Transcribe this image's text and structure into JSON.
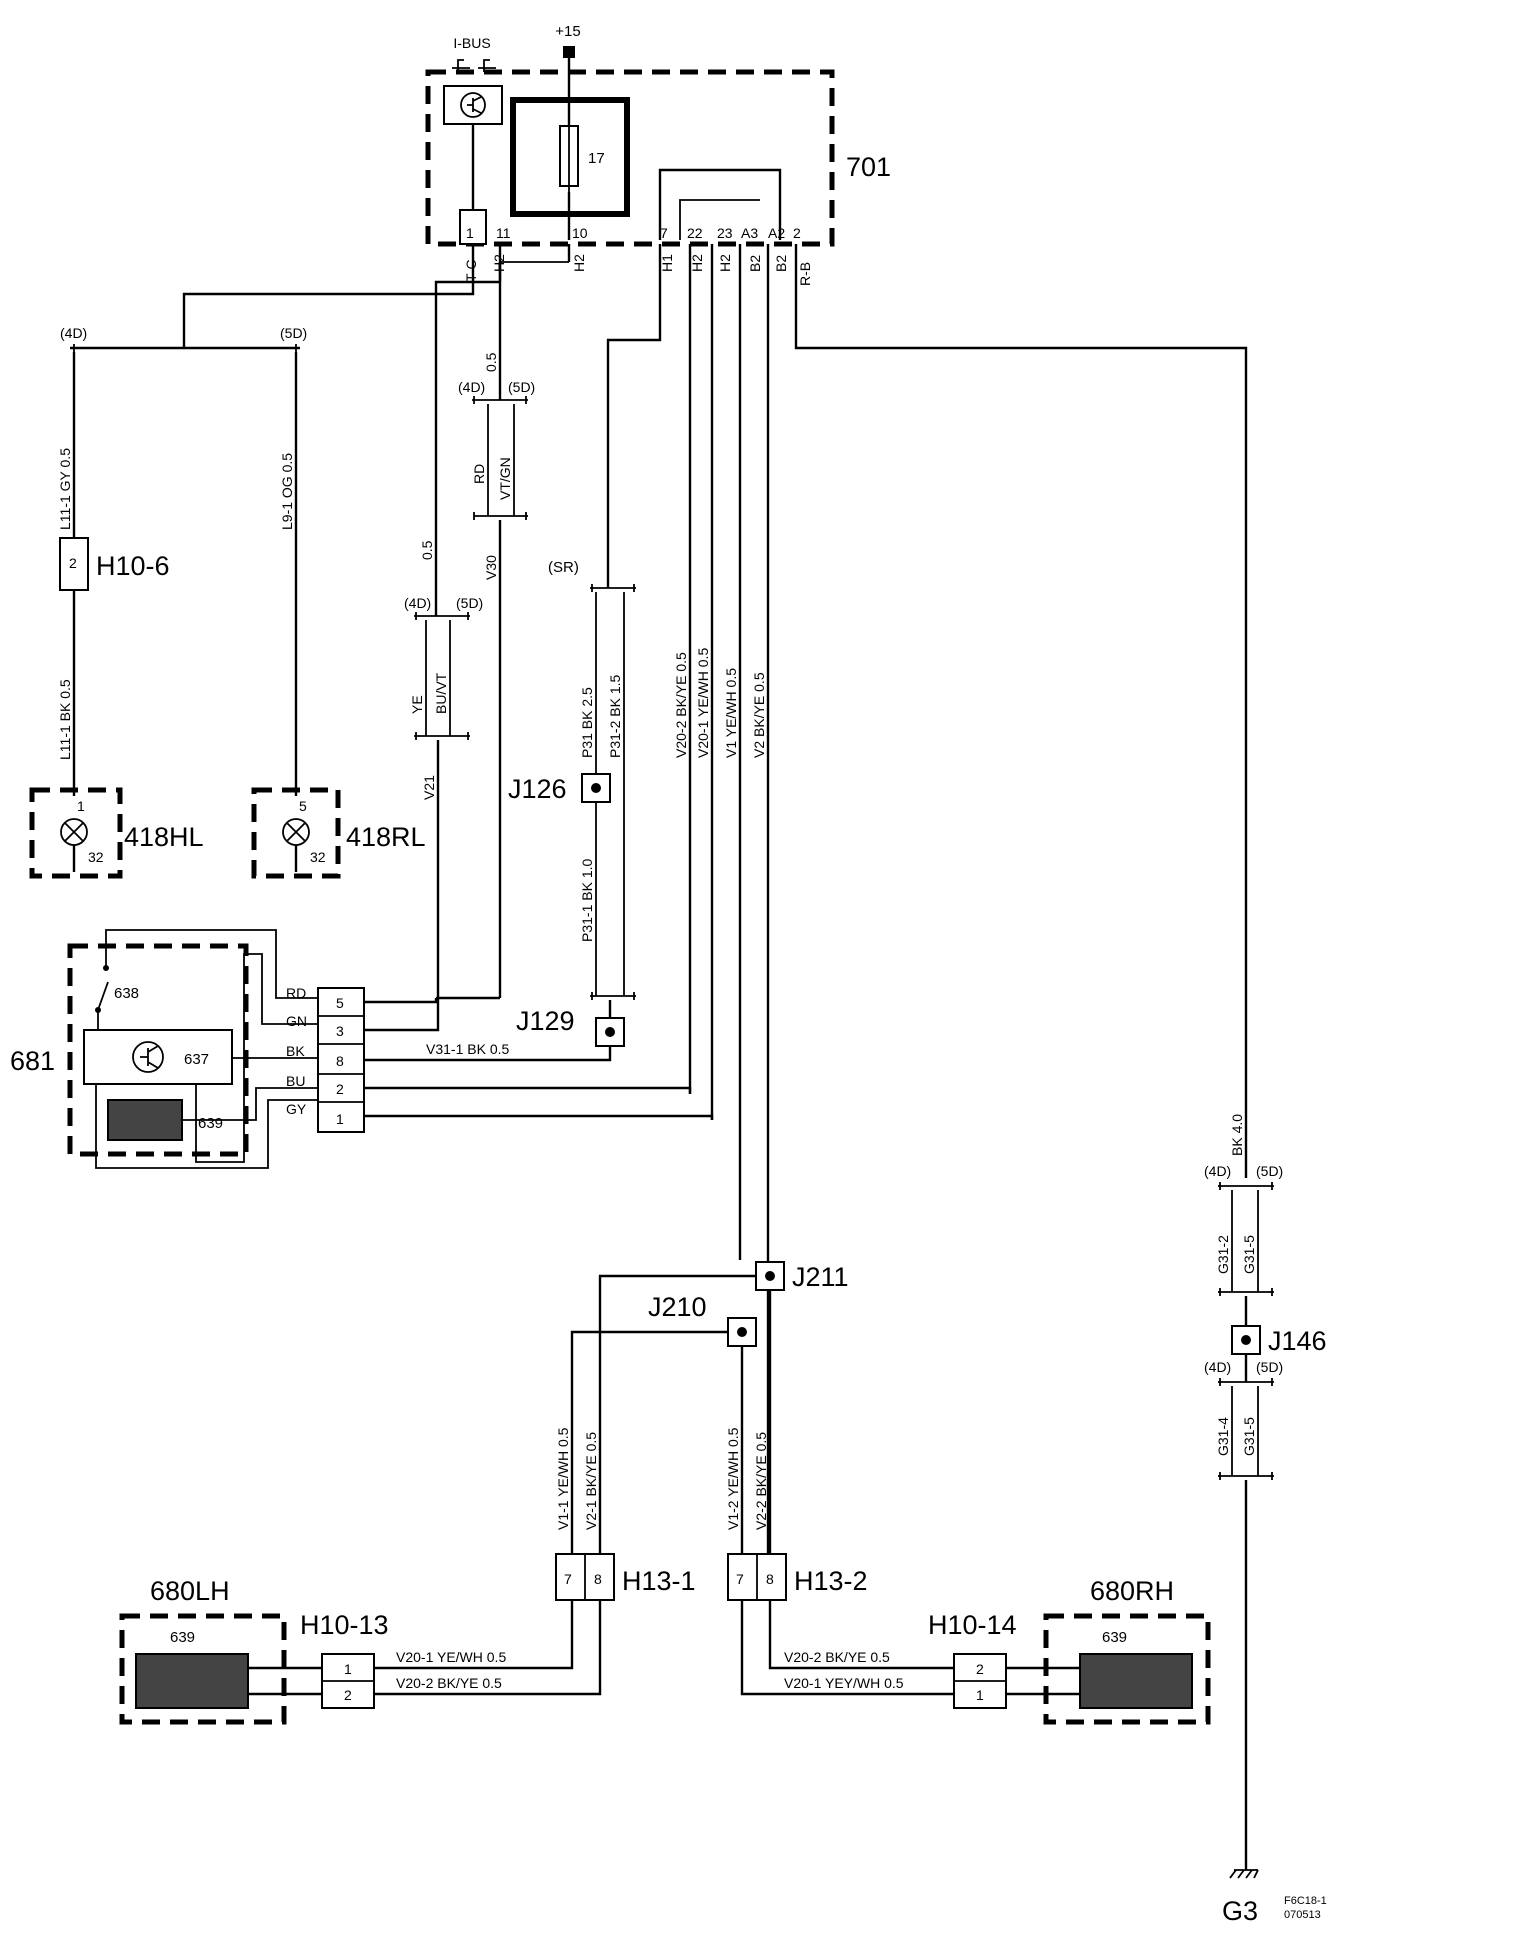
{
  "supply": "+15",
  "ibus": "I-BUS",
  "cim": {
    "id": "701",
    "fuse": "17",
    "pins": [
      "1",
      "11",
      "10",
      "7",
      "22",
      "23",
      "A3",
      "A2",
      "2"
    ]
  },
  "cim_wires": [
    "T-C",
    "H2",
    "H2",
    "H1",
    "H2",
    "H2",
    "B2",
    "B2",
    "R-B"
  ],
  "left_branch": {
    "variant_4d": "(4D)",
    "variant_5d": "(5D)",
    "wire_l11": "L11-1 GY 0.5",
    "wire_l9": "L9-1 OG 0.5",
    "wire_l11_bk": "L11-1 BK 0.5",
    "h10_6": {
      "id": "H10-6",
      "pin": "2"
    },
    "lamp_hl": {
      "id": "418HL",
      "pin_top": "1",
      "pin_bottom": "32"
    },
    "lamp_rl": {
      "id": "418RL",
      "pin_top": "5",
      "pin_bottom": "32"
    }
  },
  "mid_branch": {
    "size_05_a": "0.5",
    "variant_4d": "(4D)",
    "variant_5d": "(5D)",
    "rd": "RD",
    "vtgn": "VT/GN",
    "v30": "V30",
    "size_05_b": "0.5",
    "variant_4d_b": "(4D)",
    "variant_5d_b": "(5D)",
    "ye": "YE",
    "buvt": "BU/VT",
    "v21": "V21"
  },
  "sr_branch": {
    "sr": "(SR)",
    "p31": "P31 BK 2.5",
    "p31_2": "P31-2 BK 1.5",
    "p31_1": "P31-1 BK 1.0",
    "j126": "J126",
    "j129": "J129"
  },
  "vertical_wires": [
    "V20-2 BK/YE 0.5",
    "V20-1 YE/WH 0.5",
    "V1 YE/WH 0.5",
    "V2 BK/YE 0.5"
  ],
  "module_681": {
    "id": "681",
    "switch": "638",
    "motor": "637",
    "heater": "639",
    "pins": [
      {
        "color": "RD",
        "num": "5"
      },
      {
        "color": "GN",
        "num": "3"
      },
      {
        "color": "BK",
        "num": "8"
      },
      {
        "color": "BU",
        "num": "2"
      },
      {
        "color": "GY",
        "num": "1"
      }
    ],
    "wire_v31": "V31-1 BK 0.5"
  },
  "splices": {
    "j210": "J210",
    "j211": "J211",
    "j146": "J146"
  },
  "lower_wires": [
    "V1-1 YE/WH 0.5",
    "V2-1 BK/YE 0.5",
    "V1-2 YE/WH 0.5",
    "V2-2 BK/YE 0.5"
  ],
  "h13_1": {
    "id": "H13-1",
    "pins": [
      "7",
      "8"
    ]
  },
  "h13_2": {
    "id": "H13-2",
    "pins": [
      "7",
      "8"
    ]
  },
  "left_heater": {
    "id": "680LH",
    "element": "639",
    "connector": "H10-13",
    "pins": [
      "1",
      "2"
    ],
    "wire1": "V20-1 YE/WH  0.5",
    "wire2": "V20-2  BK/YE  0.5"
  },
  "right_heater": {
    "id": "680RH",
    "element": "639",
    "connector": "H10-14",
    "pins": [
      "2",
      "1"
    ],
    "wire1": "V20-2 BK/YE  0.5",
    "wire2": "V20-1 YEY/WH 0.5"
  },
  "ground_branch": {
    "wire": "BK 4.0",
    "variant_4d": "(4D)",
    "variant_5d": "(5D)",
    "g31_2": "G31-2",
    "g31_5": "G31-5",
    "g31_4": "G31-4",
    "g31_5b": "G31-5",
    "variant_4d_b": "(4D)",
    "variant_5d_b": "(5D)",
    "ground": "G3"
  },
  "doc_code": [
    "F6C18-1",
    "070513"
  ]
}
